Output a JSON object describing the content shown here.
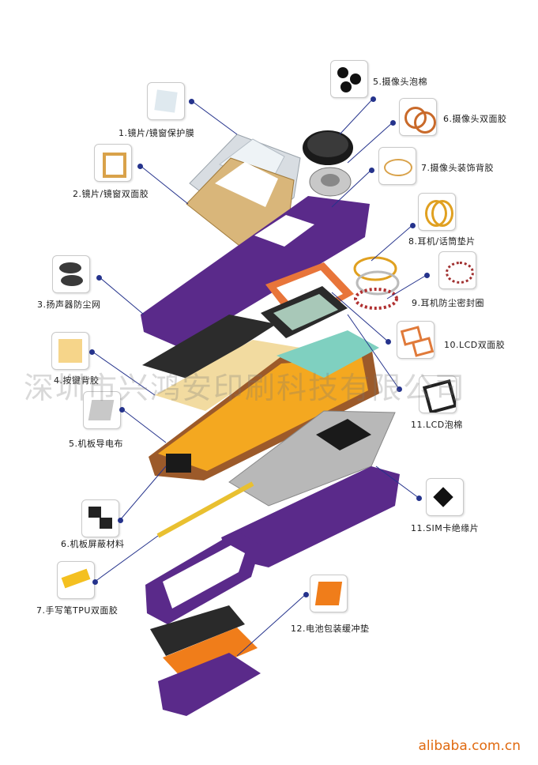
{
  "labels": {
    "l1": "1.镜片/镜窗保护膜",
    "l2": "2.镜片/镜窗双面胶",
    "l3": "3.扬声器防尘网",
    "l4": "4.按键背胶",
    "l5a": "5.机板导电布",
    "l6a": "6.机板屏蔽材料",
    "l7a": "7.手写笔TPU双面胶",
    "l5b": "5.摄像头泡棉",
    "l6b": "6.摄像头双面胶",
    "l7b": "7.摄像头装饰背胶",
    "l8": "8.耳机/话筒垫片",
    "l9": "9.耳机防尘密封圈",
    "l10": "10.LCD双面胶",
    "l11a": "11.LCD泡棉",
    "l11b": "11.SIM卡绝缘片",
    "l12": "12.电池包装缓冲垫"
  },
  "watermark": "深圳市兴鸿安印刷科技有限公司",
  "site": "alibaba.com.cn",
  "colors": {
    "purple": "#5a2a8a",
    "orange": "#f07d1a",
    "yellow": "#f4b400",
    "accent_line": "#25338c"
  }
}
